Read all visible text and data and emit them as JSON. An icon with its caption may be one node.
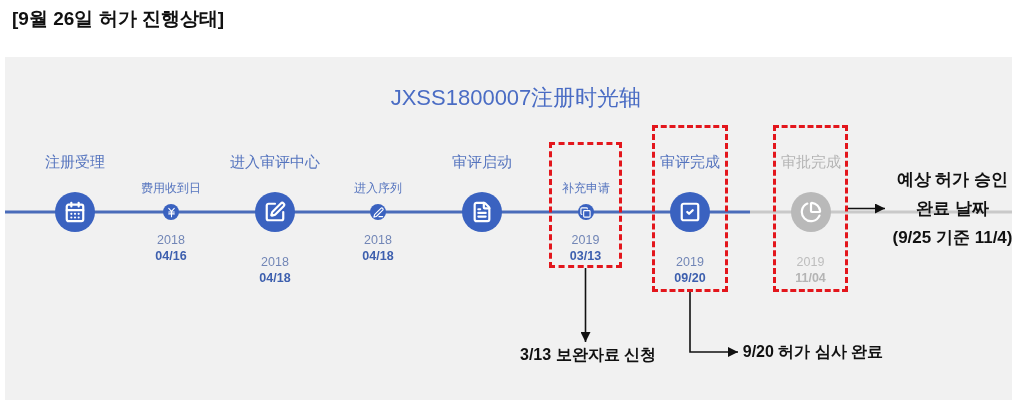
{
  "diagram": {
    "title": "[9월 26일 허가 진행상태]",
    "nodes": [
      {
        "text": [
          "注册受理"
        ]
      },
      {
        "text": [
          "费用收到日",
          "2018 **04/16**"
        ]
      },
      {
        "text": [
          "进入审评中心",
          "2018 **04/18**"
        ]
      },
      {
        "text": [
          "进入序列",
          "2018 **04/18**"
        ]
      },
      {
        "text": [
          "审评启动"
        ]
      },
      {
        "text": [],
        "shape": "box"
      },
      {
        "text": [
          "补充申请",
          "2019 **03/13**"
        ],
        "in": 5
      },
      {
        "text": [],
        "shape": "box"
      },
      {
        "text": [
          "审评完成",
          "2019 **09/20**"
        ],
        "in": 7
      },
      {
        "text": [],
        "shape": "box"
      },
      {
        "text": [
          "审批完成",
          "2019 **11/04**"
        ],
        "in": 9
      },
      {
        "text": [
          "예상 허가 승인 완료 날짜",
          "(9/25 기준 11/4)"
        ]
      },
      {
        "text": [
          "3/13 보완자료 신청"
        ]
      },
      {
        "text": [
          "9/20 허가 심사 완료"
        ]
      }
    ],
    "edges": [
      {
        "from": 9,
        "to": 11,
        "arrow": "to"
      },
      {
        "from": 5,
        "to": 12,
        "arrow": "to"
      },
      {
        "from": 7,
        "to": 13,
        "arrow": "to"
      }
    ],
    "labels": [
      "JXSS1800007注册时光轴"
    ]
  }
}
